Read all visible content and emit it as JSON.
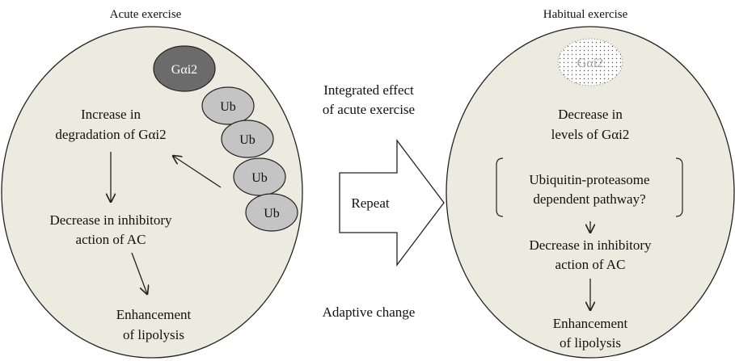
{
  "left_panel": {
    "title": "Acute exercise",
    "protein_label": "Gαi2",
    "ub_labels": [
      "Ub",
      "Ub",
      "Ub",
      "Ub"
    ],
    "increase_text": [
      "Increase in",
      "degradation of Gαi2"
    ],
    "decrease_text": [
      "Decrease in inhibitory",
      "action of AC"
    ],
    "enhancement_text": [
      "Enhancement",
      "of lipolysis"
    ]
  },
  "middle": {
    "integrated_text": [
      "Integrated effect",
      "of acute exercise"
    ],
    "repeat_label": "Repeat",
    "adaptive_text": "Adaptive change"
  },
  "right_panel": {
    "title": "Habitual exercise",
    "protein_label": "Gαi2",
    "decrease_levels_text": [
      "Decrease in",
      "levels of Gαi2"
    ],
    "pathway_text": [
      "Ubiquitin-proteasome",
      "dependent pathway?"
    ],
    "decrease_action_text": [
      "Decrease in inhibitory",
      "action of AC"
    ],
    "enhancement_text": [
      "Enhancement",
      "of lipolysis"
    ]
  },
  "colors": {
    "cell_fill": "#ecebe0",
    "protein_dark": "#6b6b6b",
    "ub_fill": "#c4c4c4",
    "stroke": "#222222"
  }
}
